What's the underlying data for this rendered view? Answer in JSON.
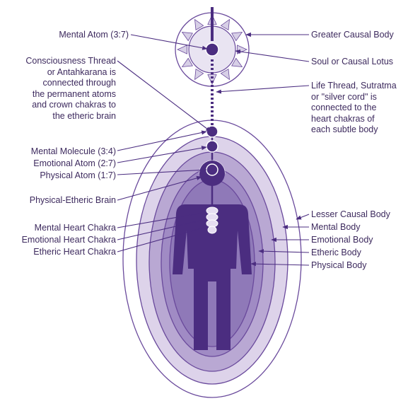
{
  "colors": {
    "primary": "#4b2d80",
    "ring_outline": "#6a4a9c",
    "lesser_causal_fill": "#ffffff",
    "mental_fill": "#ddd3ea",
    "emotional_fill": "#b9a8d3",
    "etheric_fill": "#a08bc4",
    "physical_fill": "#8f79b8",
    "lotus_fill": "#e9e4f2",
    "petal_fill": "#d7cfe6",
    "text": "#3d2a5e",
    "arrow": "#4b2d80"
  },
  "labels_left": {
    "mental_atom": "Mental Atom (3:7)",
    "consciousness_thread": "Consciousness Thread\nor Antahkarana is\nconnected through\nthe permanent atoms\nand crown chakras to\nthe etheric brain",
    "mental_molecule": "Mental Molecule (3:4)",
    "emotional_atom": "Emotional Atom (2:7)",
    "physical_atom": "Physical Atom (1:7)",
    "physical_etheric_brain": "Physical-Etheric Brain",
    "mental_heart_chakra": "Mental Heart Chakra",
    "emotional_heart_chakra": "Emotional Heart Chakra",
    "etheric_heart_chakra": "Etheric Heart Chakra"
  },
  "labels_right": {
    "greater_causal_body": "Greater Causal Body",
    "soul_causal_lotus": "Soul or Causal Lotus",
    "life_thread": "Life Thread, Sutratma\nor \"silver cord\" is\nconnected to the\nheart chakras of\neach subtle body",
    "lesser_causal_body": "Lesser Causal Body",
    "mental_body": "Mental Body",
    "emotional_body": "Emotional Body",
    "etheric_body": "Etheric Body",
    "physical_body": "Physical Body"
  }
}
